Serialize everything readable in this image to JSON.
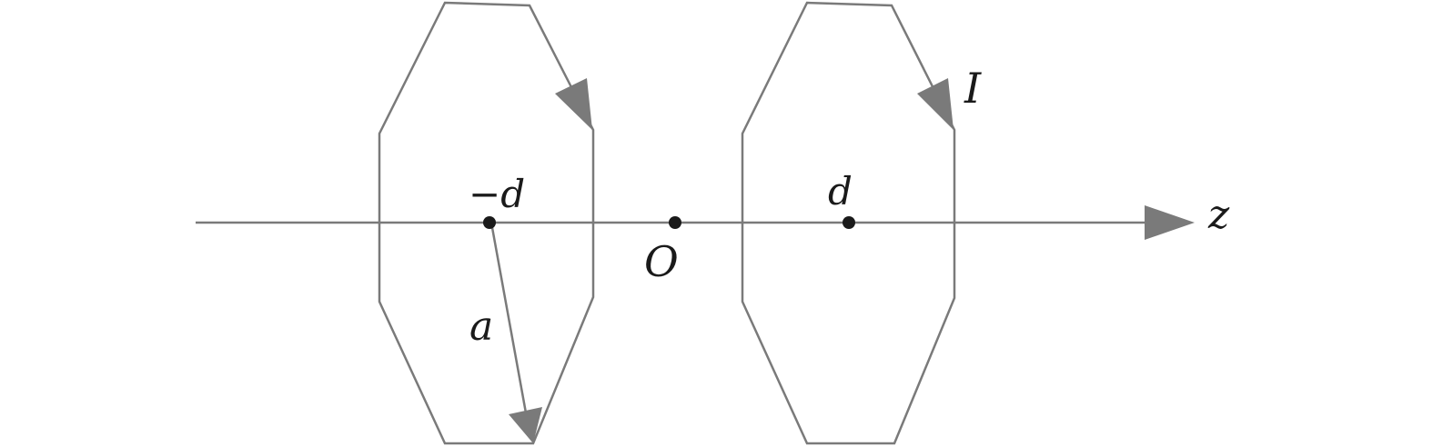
{
  "labels": {
    "minus_d": "−d",
    "origin": "O",
    "d": "d",
    "axis": "z",
    "current": "I",
    "radius": "a"
  },
  "colors": {
    "line": "#7a7a7a",
    "dot": "#1a1a1a",
    "text": "#1a1a1a",
    "background": "#ffffff"
  }
}
